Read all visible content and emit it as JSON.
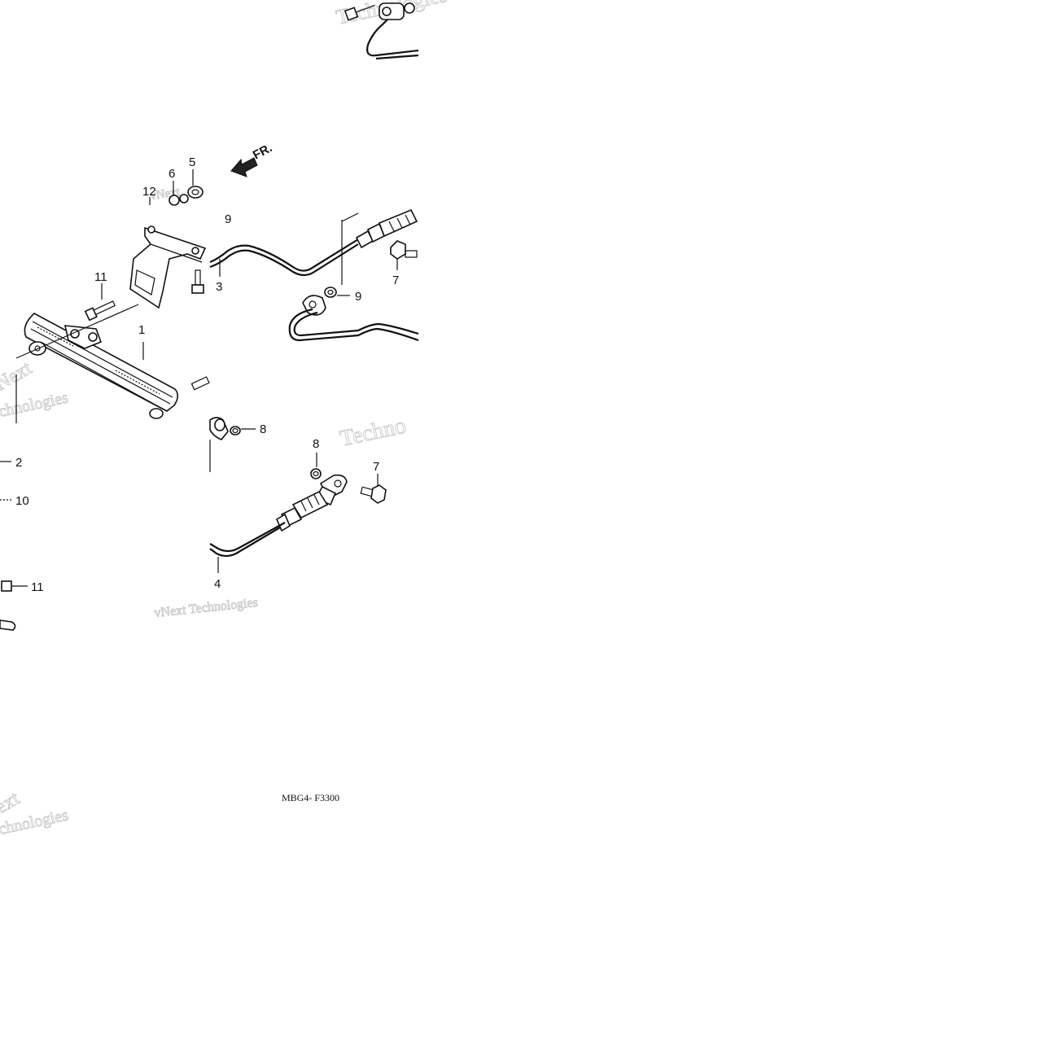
{
  "diagram": {
    "callouts": [
      "1",
      "2",
      "3",
      "4",
      "5",
      "6",
      "7",
      "7",
      "8",
      "8",
      "9",
      "9",
      "10",
      "11",
      "11",
      "12"
    ],
    "direction_label": "FR.",
    "figure_code": "MBG4- F3300",
    "watermarks": [
      "vNext",
      "Technologies",
      "vNext Technologies",
      "Techno",
      "Next",
      "chnologies",
      "ext"
    ]
  }
}
